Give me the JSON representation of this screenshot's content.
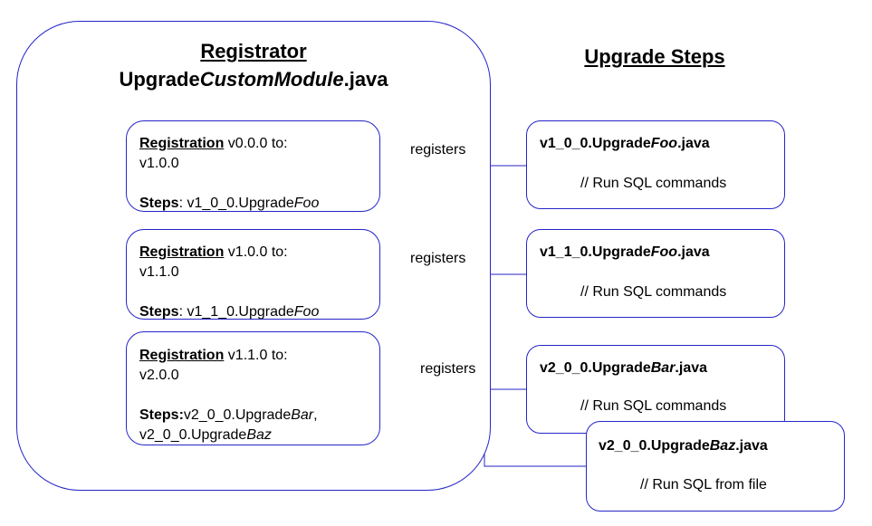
{
  "registrator": {
    "heading": "Registrator",
    "filename_prefix": "Upgrade",
    "filename_italic": "CustomModule",
    "filename_suffix": ".java"
  },
  "steps_heading": "Upgrade Steps",
  "registrations": [
    {
      "label": "Registration",
      "range_line1": " v0.0.0 to:",
      "range_line2": "v1.0.0",
      "steps_label": "Steps",
      "steps_line1_prefix": ": v1_0_0.Upgrade",
      "steps_line1_italic": "Foo",
      "steps_line1_suffix": ""
    },
    {
      "label": "Registration",
      "range_line1": " v1.0.0 to:",
      "range_line2": "v1.1.0",
      "steps_label": "Steps",
      "steps_line1_prefix": ": v1_1_0.Upgrade",
      "steps_line1_italic": "Foo",
      "steps_line1_suffix": ""
    },
    {
      "label": "Registration",
      "range_line1": " v1.1.0 to:",
      "range_line2": "v2.0.0",
      "steps_label": "Steps:",
      "steps_line1_prefix": "v2_0_0.Upgrade",
      "steps_line1_italic": "Bar",
      "steps_line1_suffix": ",",
      "steps_line2_prefix": "v2_0_0.Upgrade",
      "steps_line2_italic": "Baz"
    }
  ],
  "edge_label": "registers",
  "upgrade_steps": [
    {
      "prefix": "v1_0_0.Upgrade",
      "italic": "Foo",
      "suffix": ".java",
      "body": "// Run SQL commands"
    },
    {
      "prefix": "v1_1_0.Upgrade",
      "italic": "Foo",
      "suffix": ".java",
      "body": "// Run SQL commands"
    },
    {
      "prefix": "v2_0_0.Upgrade",
      "italic": "Bar",
      "suffix": ".java",
      "body": "// Run SQL commands"
    },
    {
      "prefix": "v2_0_0.Upgrade",
      "italic": "Baz",
      "suffix": ".java",
      "body": "// Run SQL from file"
    }
  ],
  "colors": {
    "stroke": "#2525c8",
    "text": "#000000",
    "background": "#ffffff"
  }
}
